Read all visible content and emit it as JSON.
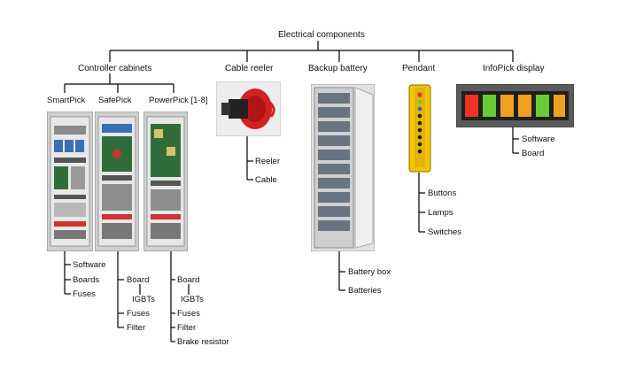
{
  "root": "Electrical components",
  "categories": {
    "controller_cabinets": "Controller cabinets",
    "cable_reeler": "Cable reeler",
    "backup_battery": "Backup battery",
    "pendant": "Pendant",
    "infopick_display": "InfoPick display"
  },
  "cabinets": {
    "smartpick": {
      "name": "SmartPick",
      "parts": [
        "Software",
        "Boards",
        "Fuses"
      ]
    },
    "safepick": {
      "name": "SafePick",
      "board": "Board",
      "board_sub": "IGBTs",
      "parts": [
        "Fuses",
        "Filter"
      ]
    },
    "powerpick": {
      "name": "PowerPick [1-8]",
      "board": "Board",
      "board_sub": "IGBTs",
      "parts": [
        "Fuses",
        "Filter",
        "Brake resistor"
      ]
    }
  },
  "cable_reeler_parts": [
    "Reeler",
    "Cable"
  ],
  "backup_battery_parts": [
    "Battery box",
    "Batteries"
  ],
  "pendant_parts": [
    "Buttons",
    "Lamps",
    "Switches"
  ],
  "infopick_parts": [
    "Software",
    "Board"
  ],
  "colors": {
    "line": "#000000",
    "cabinet_body": "#d9d9d9",
    "reeler_red": "#d42020",
    "pendant_yellow": "#f2c400",
    "display_frame": "#5b5b5b",
    "led_green": "#66cc33",
    "led_red": "#ee3322",
    "led_amber": "#f2a020"
  },
  "icons": {
    "cabinet": "control-cabinet-photo",
    "reeler": "cable-reeler-photo",
    "battery": "battery-rack-photo",
    "pendant": "pendant-controller-photo",
    "display": "led-display-photo"
  }
}
